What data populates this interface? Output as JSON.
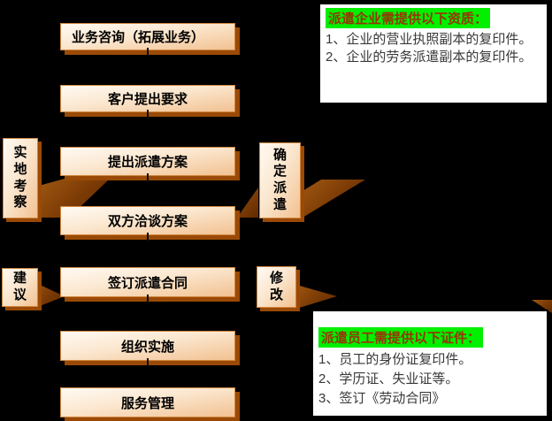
{
  "flow": {
    "boxes": [
      {
        "label": "业务咨询（拓展业务）"
      },
      {
        "label": "客户提出要求"
      },
      {
        "label": "提出派遣方案"
      },
      {
        "label": "双方洽谈方案"
      },
      {
        "label": "签订派遣合同"
      },
      {
        "label": "组织实施"
      },
      {
        "label": "服务管理"
      }
    ],
    "side_labels": [
      {
        "label": "实地考察",
        "position": "left"
      },
      {
        "label": "确定派遣",
        "position": "right"
      },
      {
        "label": "建议",
        "position": "left"
      },
      {
        "label": "修改",
        "position": "right"
      }
    ]
  },
  "notes": [
    {
      "title": "派遣企业需提供以下资质：",
      "items": [
        "1、企业的营业执照副本的复印件。",
        "2、企业的劳务派遣副本的复印件。"
      ]
    },
    {
      "title": "派遣员工需提供以下证件：",
      "items": [
        "1、员工的身份证复印件。",
        "2、学历证、失业证等。",
        "3、签订《劳动合同》"
      ]
    }
  ],
  "colors": {
    "background": "#000000",
    "box_fill_light": "#fffaf3",
    "box_fill_dark": "#f2c191",
    "box_border": "#d0863f",
    "box_shadow": "#9a4a06",
    "ribbon_brown": "#7a3a05",
    "note_highlight_green": "#00f000",
    "note_title_red": "#993300",
    "note_body_text": "#383838"
  }
}
